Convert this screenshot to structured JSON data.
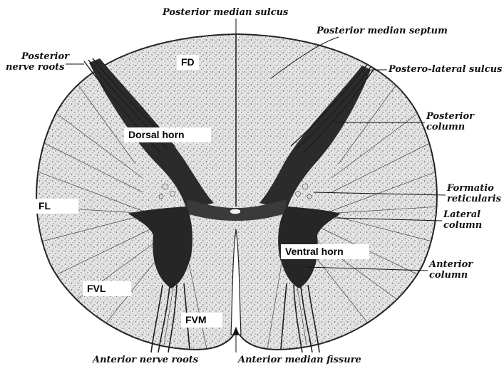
{
  "labels": {
    "posterior_median_sulcus": "Posterior median sulcus",
    "posterior_median_septum": "Posterior median septum",
    "posterior_nerve_roots": [
      "Posterior",
      "nerve roots"
    ],
    "postero_lateral_sulcus": "Postero-lateral sulcus",
    "posterior_column": [
      "Posterior",
      "column"
    ],
    "formatio_reticularis": [
      "Formatio",
      "reticularis"
    ],
    "lateral_column": [
      "Lateral",
      "column"
    ],
    "anterior_column": [
      "Anterior",
      "column"
    ],
    "anterior_nerve_roots": "Anterior nerve roots",
    "anterior_median_fissure": "Anterior median fissure"
  },
  "boxes": {
    "fd": "FD",
    "dorsal_horn": "Dorsal horn",
    "fl": "FL",
    "ventral_horn": "Ventral horn",
    "fvl": "FVL",
    "fvm": "FVM"
  }
}
